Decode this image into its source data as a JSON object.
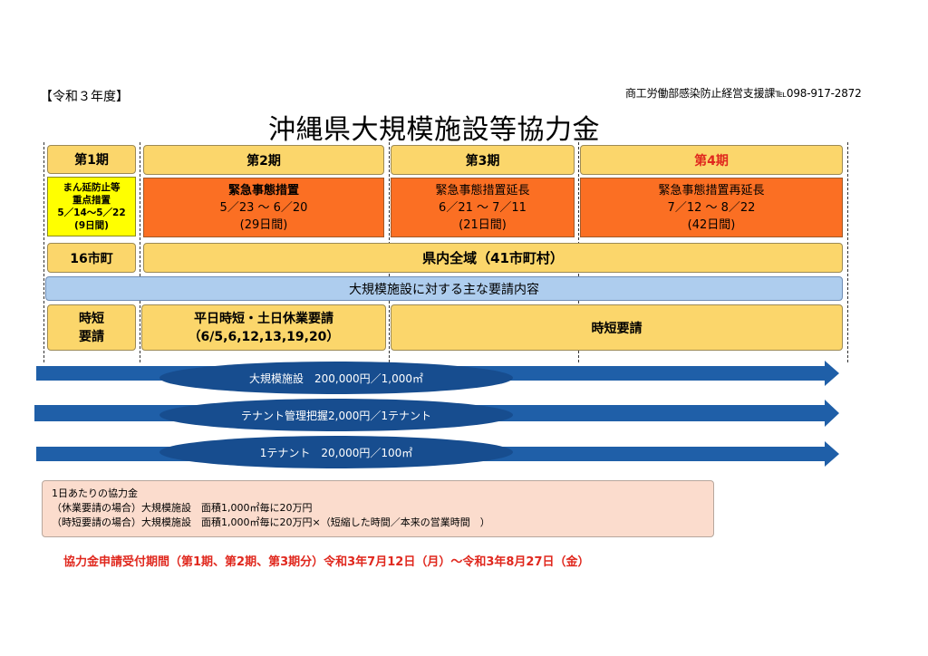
{
  "header": {
    "fiscal_year": "【令和３年度】",
    "contact": "商工労働部感染防止経営支援課℡098-917-2872",
    "title": "沖縄県大規模施設等協力金"
  },
  "periods": [
    {
      "label": "第1期",
      "measure": [
        "まん延防止等",
        "重点措置",
        "5／14～5／22",
        "(9日間)"
      ]
    },
    {
      "label": "第2期",
      "measure": [
        "緊急事態措置",
        "5／23 ～ 6／20",
        "(29日間)"
      ]
    },
    {
      "label": "第3期",
      "measure": [
        "緊急事態措置延長",
        "6／21 ～ 7／11",
        "(21日間)"
      ]
    },
    {
      "label": "第4期",
      "measure": [
        "緊急事態措置再延長",
        "7／12 ～ 8／22",
        "(42日間)"
      ]
    }
  ],
  "areas": {
    "phase1": "16市町",
    "others": "県内全域（41市町村）"
  },
  "requests_header": "大規模施設に対する主な要請内容",
  "requests": {
    "phase1": [
      "時短",
      "要請"
    ],
    "phase2": [
      "平日時短・土日休業要請",
      "（6/5,6,12,13,19,20）"
    ],
    "phase3_4": "時短要請"
  },
  "arrows": [
    "大規模施設　200,000円／1,000㎡",
    "テナント管理把握2,000円／1テナント",
    "1テナント　20,000円／100㎡"
  ],
  "daily_box": {
    "heading": "1日あたりの協力金",
    "lines": [
      "（休業要請の場合）大規模施設　面積1,000㎡毎に20万円",
      "（時短要請の場合）大規模施設　面積1,000㎡毎に20万円×（短縮した時間／本来の営業時間　）"
    ]
  },
  "application_period": "協力金申請受付期間（第1期、第2期、第3期分）令和3年7月12日（月）～令和3年8月27日（金）",
  "colors": {
    "yellow": "#fbd66b",
    "orange": "#fb6f23",
    "phase1_measure": "#ffff00",
    "blue_row": "#aecdee",
    "arrow_blue": "#1f5fa8",
    "ellipse_blue": "#174d8f",
    "box_peach": "#fbdccd",
    "red_text": "#e0281e"
  }
}
